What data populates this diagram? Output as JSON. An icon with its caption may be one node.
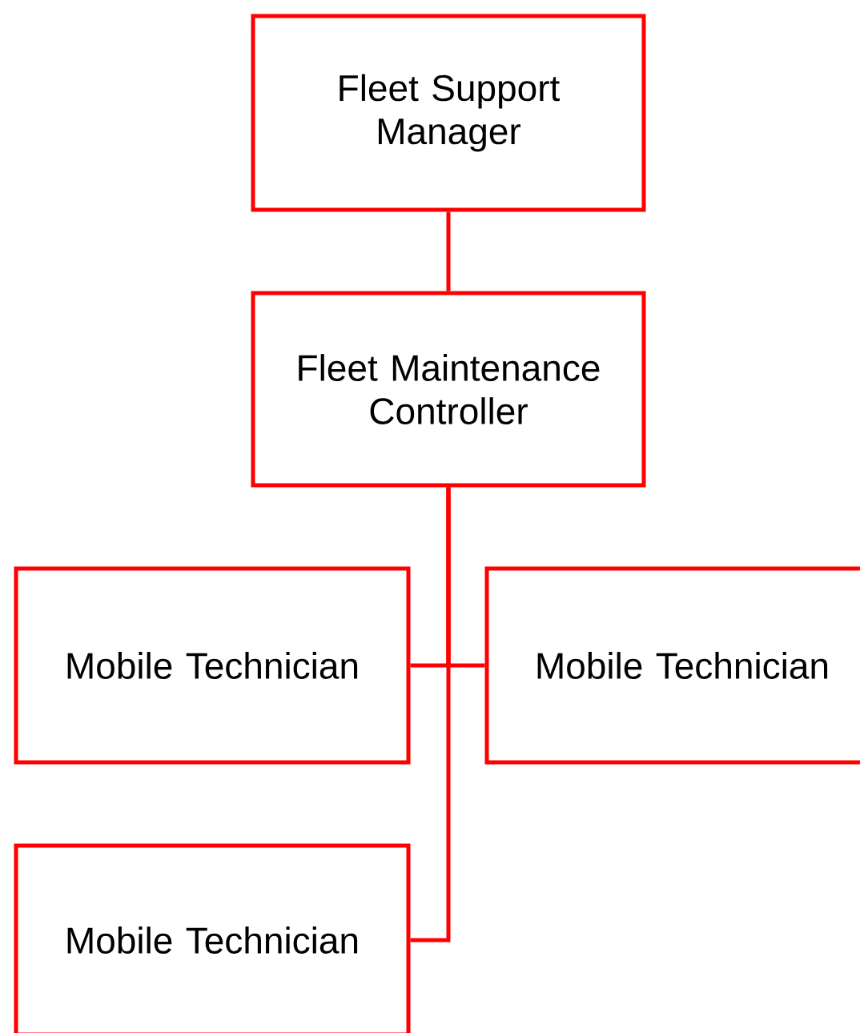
{
  "diagram": {
    "nodes": [
      {
        "text": [
          "Fleet Support Manager"
        ]
      },
      {
        "text": [
          "Fleet Maintenance Controller"
        ]
      },
      {
        "text": [
          "Mobile Technician"
        ]
      },
      {
        "text": [
          "Mobile Technician"
        ]
      },
      {
        "text": [
          "Mobile Technician"
        ]
      }
    ],
    "edges": [
      {
        "from": 0,
        "to": 1,
        "arrow": "none"
      },
      {
        "from": 1,
        "to": 2,
        "arrow": "none"
      },
      {
        "from": 1,
        "to": 3,
        "arrow": "none"
      },
      {
        "from": 1,
        "to": 4,
        "arrow": "none"
      }
    ]
  }
}
